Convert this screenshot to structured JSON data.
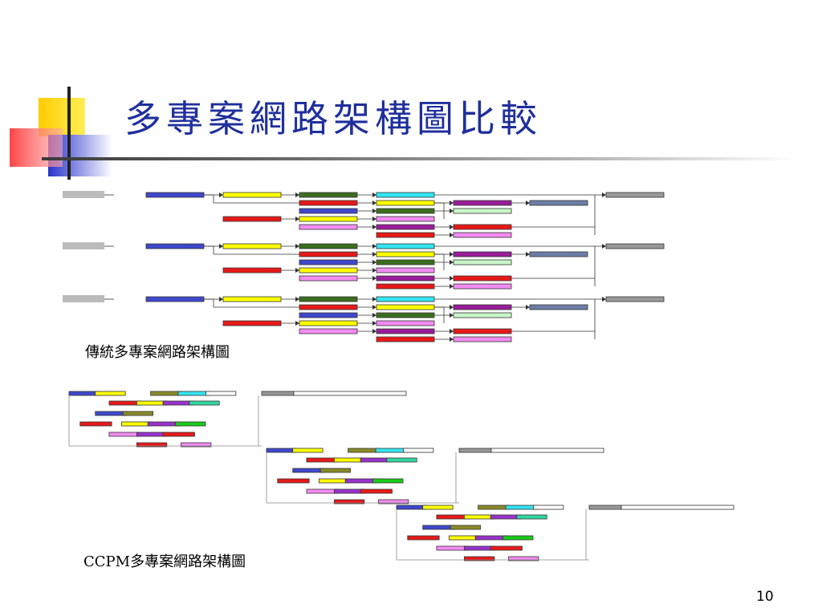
{
  "slide": {
    "title": "多專案網路架構圖比較",
    "caption_traditional": "傳統多專案網路架構圖",
    "caption_ccpm": "CCPM多專案網路架構圖",
    "page_number": "10"
  },
  "colors": {
    "title": "#1f2f9c",
    "blue": "#3f48cc",
    "yellow": "#ffff00",
    "green": "#3b6e1f",
    "cyan": "#33e5f2",
    "red": "#e81919",
    "pink": "#f28cf2",
    "purple": "#9a1d9a",
    "lightgreen": "#c8f7c8",
    "slate": "#6d7ea6",
    "grey": "#999999",
    "olive": "#8a8a2a",
    "teal": "#33d6a0",
    "violet": "#9933cc",
    "black": "#000000",
    "brightgreen": "#19cc19"
  }
}
